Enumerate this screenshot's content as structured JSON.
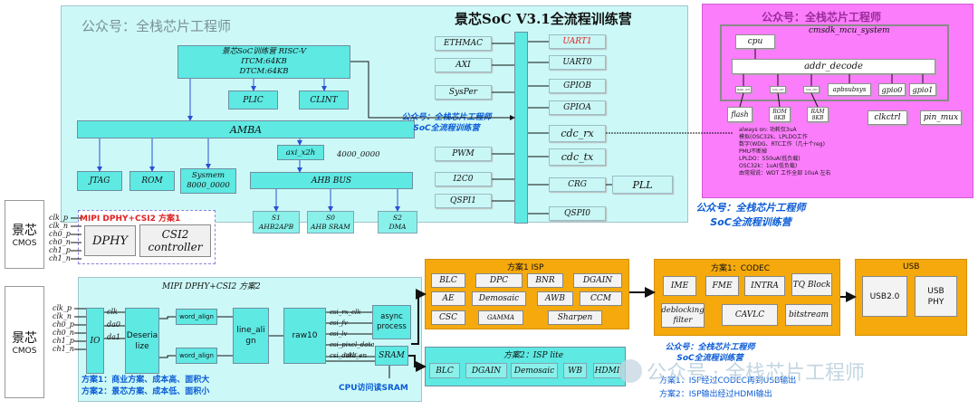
{
  "soc": {
    "title": "景芯SoC V3.1全流程训练营",
    "watermark_top_left": "公众号：全栈芯片工程师",
    "cpu_box": [
      "景芯SoC训练营 RISC-V",
      "ITCM:64KB",
      "DTCM:64KB"
    ],
    "plic": "PLIC",
    "clint": "CLINT",
    "amba": "AMBA",
    "axi_x2h": "axi_x2h",
    "addr_4000": "4000_0000",
    "jtag": "JTAG",
    "rom": "ROM",
    "sysmem": [
      "Sysmem",
      "8000_0000"
    ],
    "ahb_bus": "AHB BUS",
    "s1": [
      "S1",
      "AHB2APB"
    ],
    "s0": [
      "S0",
      "AHB SRAM"
    ],
    "s2": [
      "S2",
      "DMA"
    ],
    "mid_note": [
      "公众号：全栈芯片工程师",
      "SoC全流程训练营"
    ],
    "periph_left": [
      "ETHMAC",
      "AXI",
      "SysPer",
      "PWM",
      "I2C0",
      "QSPI1"
    ],
    "periph_right": [
      "UART1",
      "UART0",
      "GPIOB",
      "GPIOA",
      "cdc_rx",
      "cdc_tx",
      "CRG",
      "PLL",
      "QSPI0"
    ],
    "uart1_color": "#e02020"
  },
  "mcu": {
    "watermark": "公众号：全栈芯片工程师",
    "system_title": "cmsdk_mcu_system",
    "cpu": "cpu",
    "addr_decode": "addr_decode",
    "small_tags": [
      "flash_ctrl",
      "rom_ctrl",
      "ram_ctrl"
    ],
    "apbsubsys": "apbsubsys",
    "gpio0": "gpio0",
    "gpio1": "gpio1",
    "flash": "flash",
    "rom": [
      "ROM",
      "8KB"
    ],
    "ram": [
      "RAM",
      "8KB"
    ],
    "clkctrl": "clkctrl",
    "pin_mux": "pin_mux",
    "notes": [
      "always on:  功耗仅3uA",
      "模拟(OSC32k、LPLDO工作",
      "数字(WDG、RTC工作（几十个reg)",
      "PMU不断掉",
      "LPLDO：550uA(低负载)",
      "OSC32k：1uA(低负载)",
      "由常规说：WDT 工作全部 10uA 左右"
    ],
    "bg_color": "#fb7dfb"
  },
  "right_note": [
    "公众号：全栈芯片工程师",
    "SoC全流程训练营"
  ],
  "cmos": {
    "label1": [
      "景芯",
      "CMOS"
    ],
    "label2": [
      "景芯",
      "CMOS"
    ],
    "pins": [
      "clk_p",
      "clk_n",
      "ch0_p",
      "ch0_n",
      "ch1_p",
      "ch1_n"
    ]
  },
  "plan1": {
    "title": "MIPI DPHY+CSI2 方案1",
    "dphy": "DPHY",
    "csi2": [
      "CSI2",
      "controller"
    ]
  },
  "plan2": {
    "title": "MIPI DPHY+CSI2 方案2",
    "io": "IO",
    "io_pins": [
      "clk",
      "da0",
      "da1"
    ],
    "deserialize": [
      "Deseria",
      "lize"
    ],
    "word_align": "word_align",
    "line_align": [
      "line_ali",
      "gn"
    ],
    "raw10": "raw10",
    "signals": [
      "csi_rx_clk",
      "csi_fv",
      "csi_lv",
      "csi_pixel_data",
      "csi_data_en"
    ],
    "addr_label": "addr",
    "async": [
      "async",
      "process"
    ],
    "sram": "SRAM",
    "cpu_sram": "CPU访问读SRAM",
    "note1": "方案1：商业方案、成本高、面积大",
    "note2": "方案2：景芯方案、成本低、面积小"
  },
  "isp1": {
    "title": "方案1 ISP",
    "blocks": [
      "BLC",
      "DPC",
      "BNR",
      "DGAIN",
      "AE",
      "Demosaic",
      "AWB",
      "CCM",
      "CSC",
      "GAMMA",
      "Sharpen"
    ]
  },
  "isp2": {
    "title": "方案2：ISP lite",
    "blocks": [
      "BLC",
      "DGAIN",
      "Demosaic",
      "WB",
      "HDMI"
    ]
  },
  "codec": {
    "title": "方案1：CODEC",
    "blocks": [
      "IME",
      "FME",
      "INTRA",
      "TQ Block",
      "deblocking filter",
      "CAVLC",
      "bitstream"
    ]
  },
  "usb": {
    "title": "USB",
    "usb20": "USB2.0",
    "phy": [
      "USB",
      "PHY"
    ]
  },
  "bottom_note": {
    "lines": [
      "公众号：全栈芯片工程师",
      "SoC全流程训练营"
    ],
    "plan1": "方案1：ISP经过CODEC再到USB输出",
    "plan2": "方案2：ISP输出经过HDMI输出"
  },
  "watermark_big": "公众号 · 全栈芯片工程师",
  "colors": {
    "soc_bg": "#ccf9f7",
    "teal": "#5ee9e3",
    "orange": "#f5a90c",
    "mcu": "#fb7dfb",
    "blue_note": "#0a5bd6",
    "red_title": "#e02020"
  }
}
